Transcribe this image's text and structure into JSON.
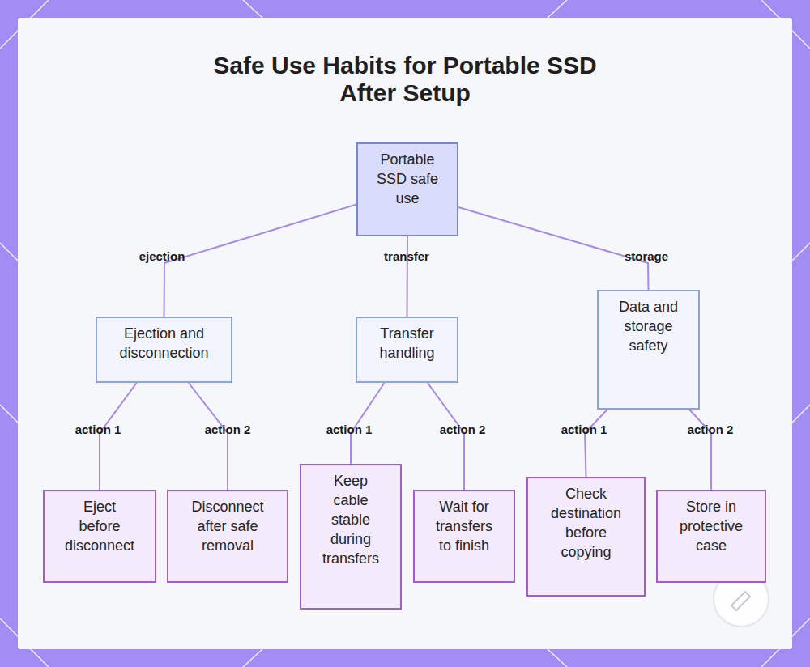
{
  "diagram": {
    "title": "Safe Use Habits for Portable SSD After Setup",
    "nodes": [
      {
        "text": [
          "Portable SSD safe use"
        ]
      },
      {
        "text": [
          "Ejection and disconnection"
        ]
      },
      {
        "text": [
          "Transfer handling"
        ]
      },
      {
        "text": [
          "Data and storage safety"
        ]
      },
      {
        "text": [
          "Eject before disconnect"
        ]
      },
      {
        "text": [
          "Disconnect after safe removal"
        ]
      },
      {
        "text": [
          "Keep cable stable during transfers"
        ]
      },
      {
        "text": [
          "Wait for transfers to finish"
        ]
      },
      {
        "text": [
          "Check destination before copying"
        ]
      },
      {
        "text": [
          "Store in protective case"
        ]
      }
    ],
    "edges": [
      {
        "from": 0,
        "to": 1,
        "label": "ejection",
        "arrow": "none"
      },
      {
        "from": 0,
        "to": 2,
        "label": "transfer",
        "arrow": "none"
      },
      {
        "from": 0,
        "to": 3,
        "label": "storage",
        "arrow": "none"
      },
      {
        "from": 1,
        "to": 4,
        "label": "action 1",
        "arrow": "none"
      },
      {
        "from": 1,
        "to": 5,
        "label": "action 2",
        "arrow": "none"
      },
      {
        "from": 2,
        "to": 6,
        "label": "action 1",
        "arrow": "none"
      },
      {
        "from": 2,
        "to": 7,
        "label": "action 2",
        "arrow": "none"
      },
      {
        "from": 3,
        "to": 8,
        "label": "action 1",
        "arrow": "none"
      },
      {
        "from": 3,
        "to": 9,
        "label": "action 2",
        "arrow": "none"
      }
    ]
  }
}
